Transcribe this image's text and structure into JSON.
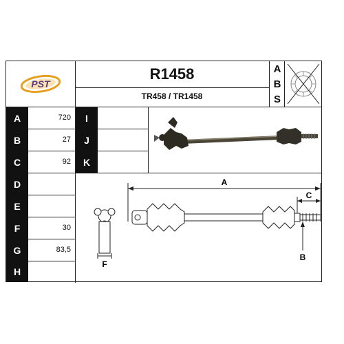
{
  "header": {
    "logo_text": "PST",
    "part_number": "R1458",
    "alt_refs": "TR458 / TR1458",
    "abs_letters": [
      "A",
      "B",
      "S"
    ]
  },
  "specs": [
    {
      "letter": "A",
      "value": "720"
    },
    {
      "letter": "B",
      "value": "27"
    },
    {
      "letter": "C",
      "value": "92"
    },
    {
      "letter": "D",
      "value": ""
    },
    {
      "letter": "E",
      "value": ""
    },
    {
      "letter": "F",
      "value": "30"
    },
    {
      "letter": "G",
      "value": "83,5"
    },
    {
      "letter": "H",
      "value": ""
    }
  ],
  "specs2": [
    {
      "letter": "I",
      "value": ""
    },
    {
      "letter": "J",
      "value": ""
    },
    {
      "letter": "K",
      "value": ""
    }
  ],
  "diagram_labels": {
    "a": "A",
    "b": "B",
    "c": "C",
    "f": "F"
  },
  "colors": {
    "logo_orange": "#e8a020",
    "logo_purple": "#5a3a8a",
    "cell_black": "#111111"
  }
}
